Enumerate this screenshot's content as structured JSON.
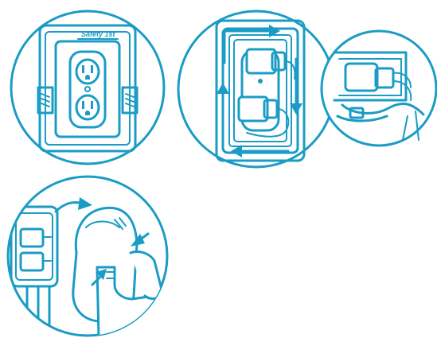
{
  "colors": {
    "line": "#1a9cc4",
    "background": "#ffffff"
  },
  "brand_label": "Safety 1st",
  "steps": [
    {
      "name": "outlet-cover-closed",
      "icon": "outlet-cover-icon"
    },
    {
      "name": "cord-routing",
      "icon": "cord-routing-icon"
    },
    {
      "name": "cord-exit-detail",
      "icon": "cord-exit-icon"
    },
    {
      "name": "cover-removal",
      "icon": "squeeze-release-icon"
    }
  ]
}
